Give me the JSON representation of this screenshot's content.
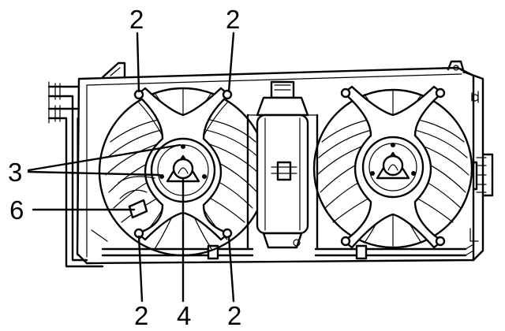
{
  "callouts": {
    "top_left": "2",
    "top_right": "2",
    "left_upper": "3",
    "left_lower": "6",
    "bottom_left": "2",
    "bottom_center": "4",
    "bottom_right": "2"
  }
}
